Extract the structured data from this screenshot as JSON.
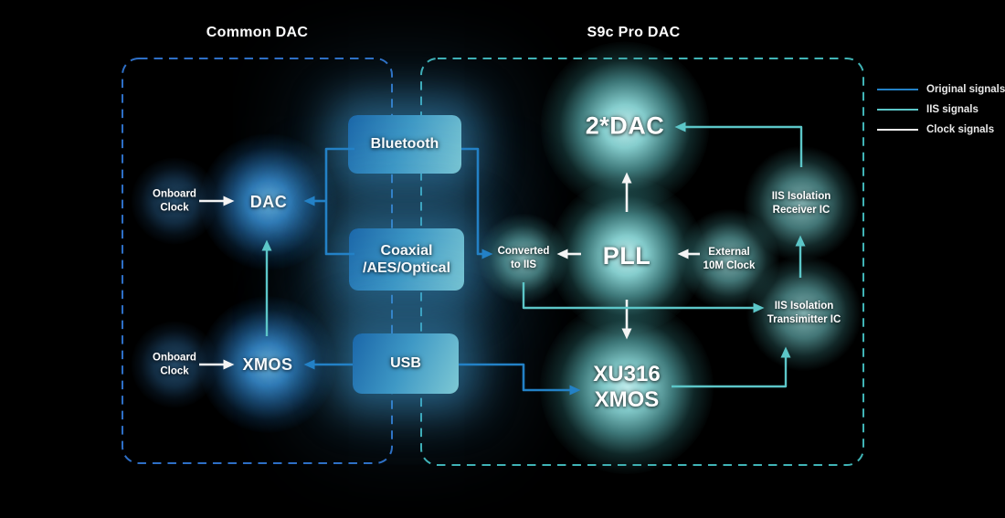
{
  "colors": {
    "original": "#2381c6",
    "iis": "#5cc6c8",
    "clock": "#f4f4f4",
    "border_common": "#2e6fc6",
    "border_pro": "#40b4b6"
  },
  "titles": {
    "common": "Common DAC",
    "pro": "S9c Pro DAC"
  },
  "legend": [
    {
      "label": "Original signals"
    },
    {
      "label": "IIS signals"
    },
    {
      "label": "Clock signals"
    }
  ],
  "common_dac": {
    "onboard_clock_top": "Onboard\nClock",
    "dac": "DAC",
    "onboard_clock_bottom": "Onboard\nClock",
    "xmos": "XMOS",
    "bluetooth": "Bluetooth",
    "coaxial": "Coaxial\n/AES/Optical",
    "usb": "USB"
  },
  "s9c_pro_dac": {
    "dac2": "2*DAC",
    "pll": "PLL",
    "converted": "Converted\nto IIS",
    "external_clock": "External\n10M Clock",
    "receiver": "IIS Isolation\nReceiver IC",
    "transmitter": "IIS Isolation\nTransimitter IC",
    "xu316": "XU316\nXMOS"
  }
}
